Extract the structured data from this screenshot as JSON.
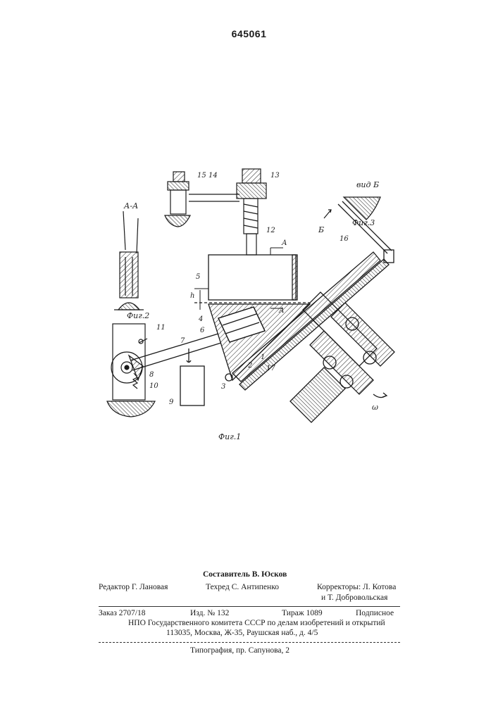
{
  "header": {
    "patent_number": "645061"
  },
  "figures": {
    "section_label": "А-А",
    "fig1": "Фиг.1",
    "fig2": "Фиг.2",
    "fig3": "Фиг.3",
    "view_label": "вид Б",
    "arrow_b": "Б",
    "omega": "ω",
    "dim_h": "h",
    "section_a": "А",
    "part_numbers": [
      "1",
      "2",
      "3",
      "4",
      "5",
      "6",
      "7",
      "8",
      "9",
      "10",
      "11",
      "12",
      "13",
      "14",
      "15",
      "16",
      "17"
    ]
  },
  "footer": {
    "compiler": "Составитель В. Юсков",
    "editor": "Редактор Г. Лановая",
    "techred": "Техред С. Антипенко",
    "correctors_1": "Корректоры: Л. Котова",
    "correctors_2": "и Т. Добровольская",
    "order": "Заказ 2707/18",
    "edition": "Изд. № 132",
    "circulation": "Тираж 1089",
    "subscription": "Подписное",
    "npo": "НПО Государственного комитета СССР по делам изобретений и открытий",
    "address": "113035, Москва, Ж-35, Раушская наб., д. 4/5",
    "typography": "Типография, пр. Сапунова, 2"
  }
}
